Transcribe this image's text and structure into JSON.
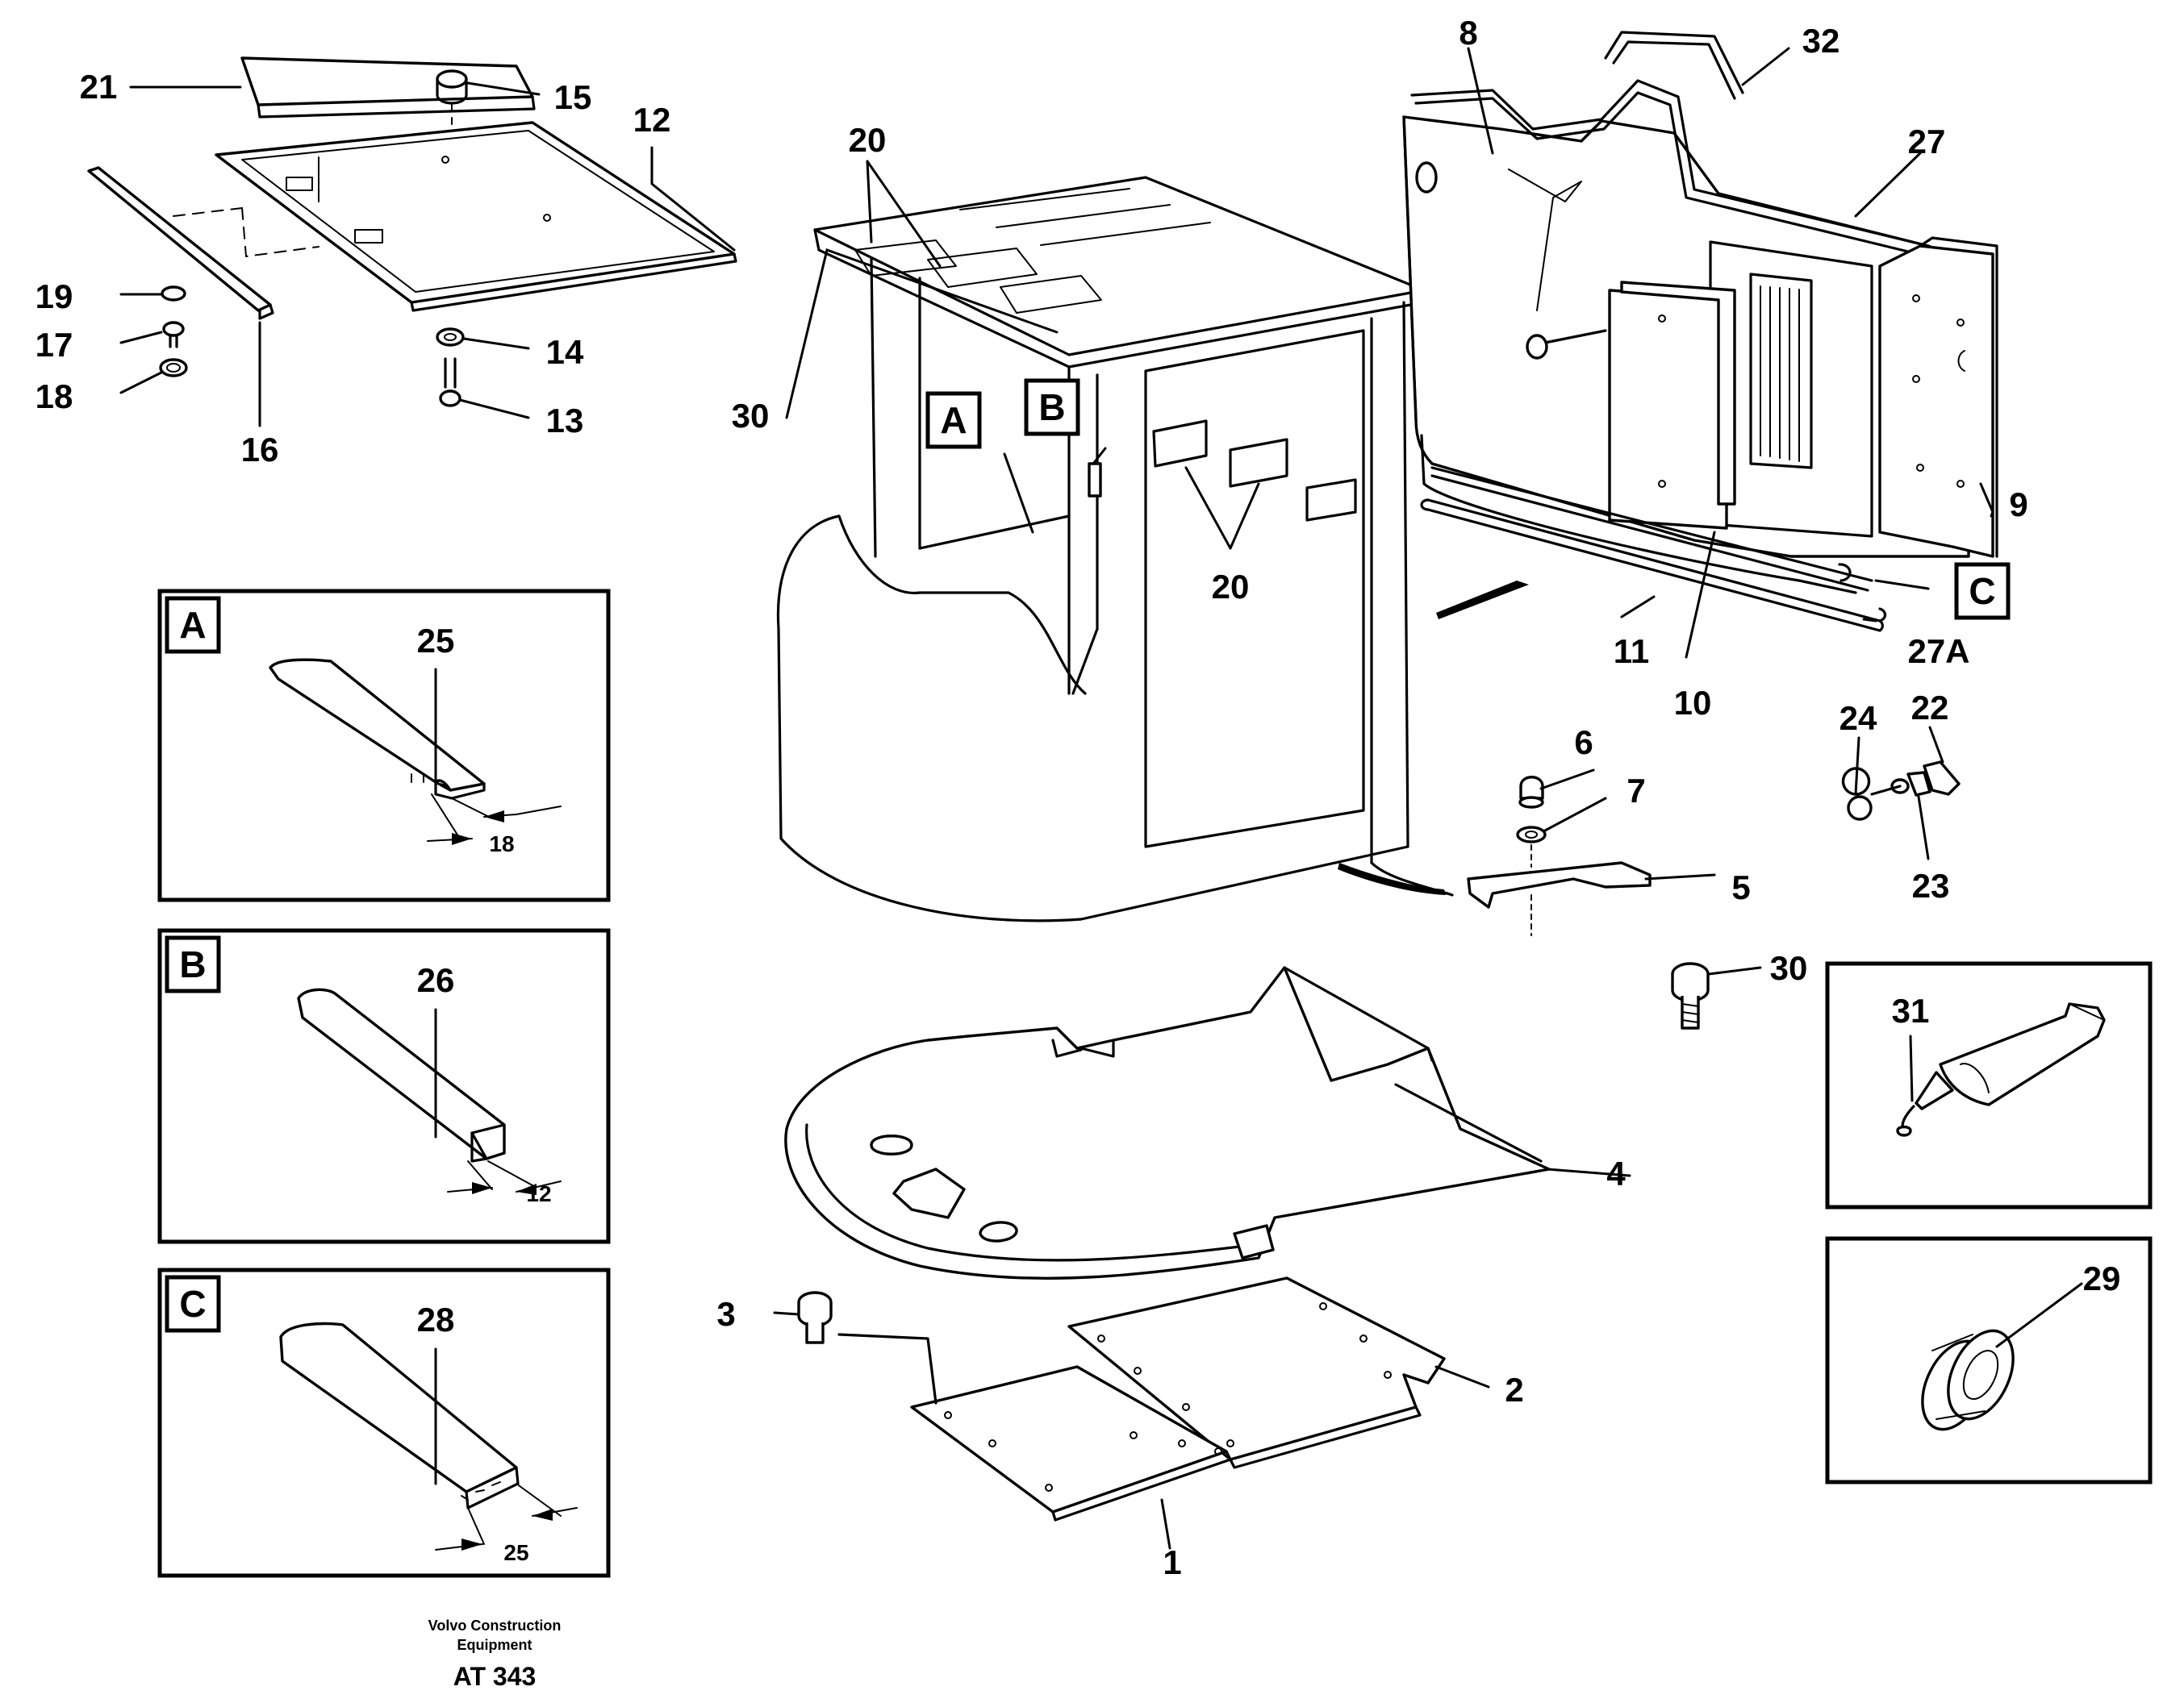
{
  "callouts": {
    "c1": "1",
    "c2": "2",
    "c3": "3",
    "c4": "4",
    "c5": "5",
    "c6": "6",
    "c7": "7",
    "c8": "8",
    "c9": "9",
    "c10": "10",
    "c11": "11",
    "c12": "12",
    "c13": "13",
    "c14": "14",
    "c15": "15",
    "c16": "16",
    "c17": "17",
    "c18": "18",
    "c19": "19",
    "c20a": "20",
    "c20b": "20",
    "c21": "21",
    "c22": "22",
    "c23": "23",
    "c24": "24",
    "c25": "25",
    "c26": "26",
    "c27": "27",
    "c27a": "27A",
    "c28": "28",
    "c29": "29",
    "c30a": "30",
    "c30b": "30",
    "c31": "31",
    "c32": "32"
  },
  "detail_tags": {
    "a": "A",
    "b": "B",
    "c": "C"
  },
  "detail_dimensions": {
    "a": "18",
    "b": "12",
    "c": "25"
  },
  "footer": {
    "line1": "Volvo Construction",
    "line2": "Equipment",
    "code": "AT 343"
  }
}
